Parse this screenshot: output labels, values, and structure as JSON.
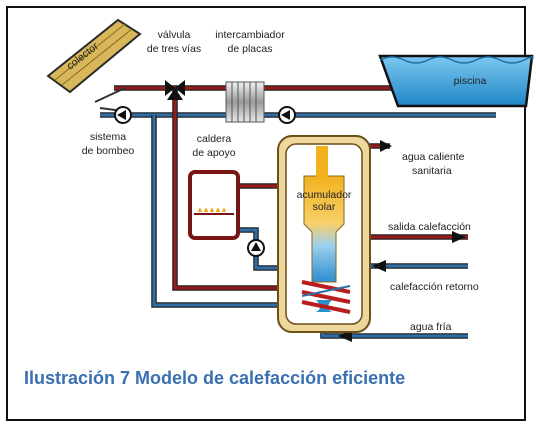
{
  "labels": {
    "colector": "colector",
    "valvula_1": "válvula",
    "valvula_2": "de tres vías",
    "intercambiador_1": "intercambiador",
    "intercambiador_2": "de placas",
    "piscina": "piscina",
    "sistema_1": "sistema",
    "sistema_2": "de bombeo",
    "caldera_1": "caldera",
    "caldera_2": "de apoyo",
    "agua_caliente_1": "agua caliente",
    "agua_caliente_2": "sanitaria",
    "acumulador_1": "acumulador",
    "acumulador_2": "solar",
    "salida": "salida calefacción",
    "retorno": "calefacción retorno",
    "agua_fria": "agua fría"
  },
  "caption": "Ilustración 7 Modelo de calefacción eficiente",
  "colors": {
    "hot_pipe": "#9b1b1b",
    "cold_pipe": "#2f6fa8",
    "pool_water": "#2a9ad6",
    "tank_outer": "#e6cc8c",
    "collector": "#c9a84a",
    "caption": "#3a6fb0"
  }
}
